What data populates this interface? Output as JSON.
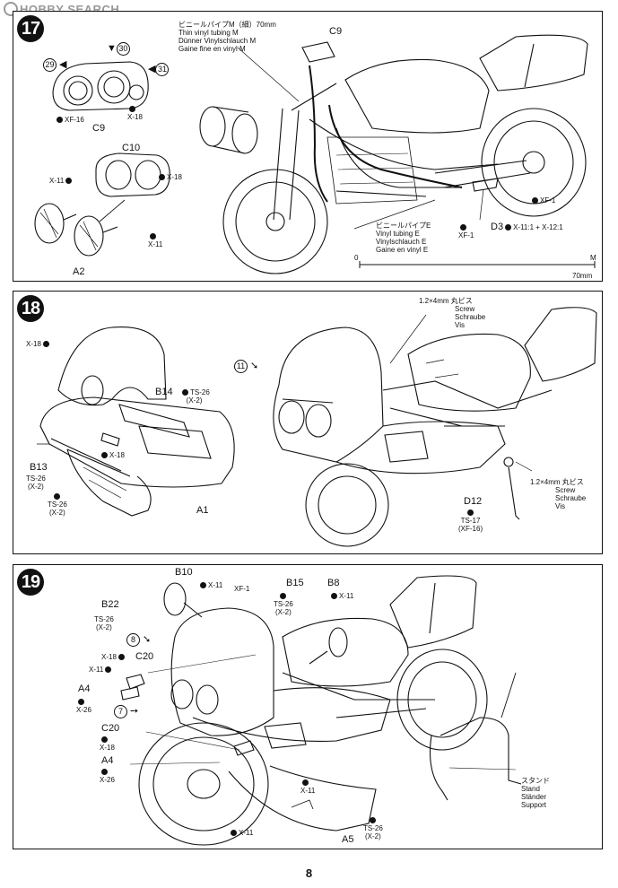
{
  "watermark": "HOBBY SEARCH",
  "page_number": "8",
  "step17": {
    "number": "17",
    "parts": {
      "c9_top": "C9",
      "c9_gauge": "C9",
      "c10": "C10",
      "a2": "A2",
      "d3": "D3",
      "n29": "29",
      "n30": "30",
      "n31": "31"
    },
    "paints": {
      "xf16": "XF-16",
      "x18_gauge": "X-18",
      "x11_a": "X-11",
      "x18_c10": "X-18",
      "x11_b": "X-11",
      "xf1_a": "XF-1",
      "xf1_b": "XF-1",
      "d3_mix": "X-11:1 + X-12:1"
    },
    "tube_m": [
      "ビニールパイプM（細）70mm",
      "Thin vinyl tubing M",
      "Dünner Vinylschlauch M",
      "Gaine fine en vinyl M"
    ],
    "tube_e": [
      "ビニールパイプE",
      "Vinyl tubing E",
      "Vinylschlauch E",
      "Gaine en vinyl E"
    ],
    "ruler": {
      "start": "0",
      "end": "M",
      "length": "70mm"
    }
  },
  "step18": {
    "number": "18",
    "parts": {
      "b14": "B14",
      "b13": "B13",
      "a1": "A1",
      "d12": "D12",
      "n11": "11"
    },
    "paints": {
      "x18_left": "X-18",
      "b14_paint": [
        "TS-26",
        "(X-2)"
      ],
      "x18_mid": "X-18",
      "b13_paint": [
        "TS-26",
        "(X-2)"
      ],
      "ts26_low": [
        "TS-26",
        "(X-2)"
      ],
      "d12_paint": [
        "TS-17",
        "(XF-16)"
      ]
    },
    "screw_top": [
      "1.2×4mm 丸ビス",
      "Screw",
      "Schraube",
      "Vis"
    ],
    "screw_right": [
      "1.2×4mm 丸ビス",
      "Screw",
      "Schraube",
      "Vis"
    ]
  },
  "step19": {
    "number": "19",
    "parts": {
      "b10": "B10",
      "b22": "B22",
      "b15": "B15",
      "b8": "B8",
      "c20_top": "C20",
      "a4_top": "A4",
      "c20_low": "C20",
      "a4_low": "A4",
      "a5": "A5",
      "n8": "8",
      "n7": "7"
    },
    "paints": {
      "x11_b10": "X-11",
      "xf1": "XF-1",
      "b15_paint": [
        "TS-26",
        "(X-2)"
      ],
      "x11_b8": "X-11",
      "b22_paint": [
        "TS-26",
        "(X-2)"
      ],
      "x18_c20": "X-18",
      "x11_c20": "X-11",
      "x26_a4": "X-26",
      "x18_c20_low": "X-18",
      "x26_a4_low": "X-26",
      "x11_bottom": "X-11",
      "x11_center": "X-11",
      "ts26_a5": [
        "TS-26",
        "(X-2)"
      ]
    },
    "stand": [
      "スタンド",
      "Stand",
      "Ständer",
      "Support"
    ]
  },
  "colors": {
    "ink": "#111111",
    "watermark": "#9a9a9a"
  }
}
